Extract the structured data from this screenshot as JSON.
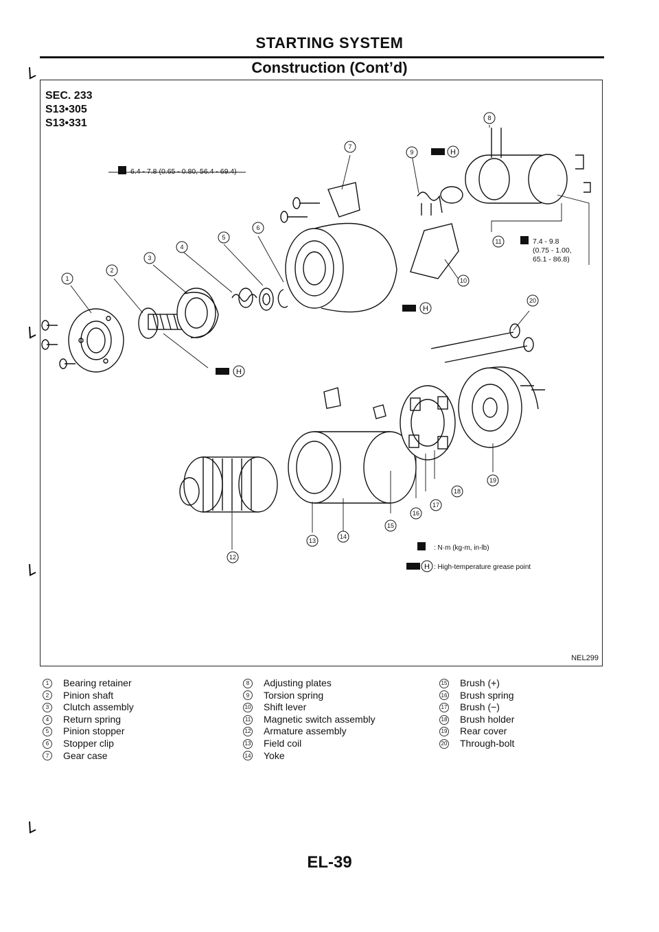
{
  "header": {
    "section": "STARTING SYSTEM",
    "subtitle": "Construction (Cont’d)"
  },
  "figure": {
    "sec": [
      "SEC. 233",
      "S13•305",
      "S13•331"
    ],
    "code": "NEL299",
    "torque_1": "6.4 - 7.8 (0.65 - 0.80, 56.4 - 69.4)",
    "torque_2": [
      "7.4 - 9.8",
      "(0.75 - 1.00,",
      "65.1 - 86.8)"
    ],
    "key_torque": ": N·m (kg-m, in-lb)",
    "key_grease": ": High-temperature grease point",
    "grease_symbol": "H"
  },
  "legend": {
    "col1": [
      {
        "num": "1",
        "label": "Bearing retainer"
      },
      {
        "num": "2",
        "label": "Pinion shaft"
      },
      {
        "num": "3",
        "label": "Clutch assembly"
      },
      {
        "num": "4",
        "label": "Return spring"
      },
      {
        "num": "5",
        "label": "Pinion stopper"
      },
      {
        "num": "6",
        "label": "Stopper clip"
      },
      {
        "num": "7",
        "label": "Gear case"
      }
    ],
    "col2": [
      {
        "num": "8",
        "label": "Adjusting plates"
      },
      {
        "num": "9",
        "label": "Torsion spring"
      },
      {
        "num": "10",
        "label": "Shift lever"
      },
      {
        "num": "11",
        "label": "Magnetic switch assembly"
      },
      {
        "num": "12",
        "label": "Armature assembly"
      },
      {
        "num": "13",
        "label": "Field coil"
      },
      {
        "num": "14",
        "label": "Yoke"
      }
    ],
    "col3": [
      {
        "num": "15",
        "label": "Brush (+)"
      },
      {
        "num": "16",
        "label": "Brush spring"
      },
      {
        "num": "17",
        "label": "Brush (−)"
      },
      {
        "num": "18",
        "label": "Brush holder"
      },
      {
        "num": "19",
        "label": "Rear cover"
      },
      {
        "num": "20",
        "label": "Through-bolt"
      }
    ]
  },
  "page": {
    "number": "EL-39"
  },
  "callouts": [
    "1",
    "2",
    "3",
    "4",
    "5",
    "6",
    "7",
    "8",
    "9",
    "10",
    "11",
    "12",
    "13",
    "14",
    "15",
    "16",
    "17",
    "18",
    "19",
    "20"
  ]
}
